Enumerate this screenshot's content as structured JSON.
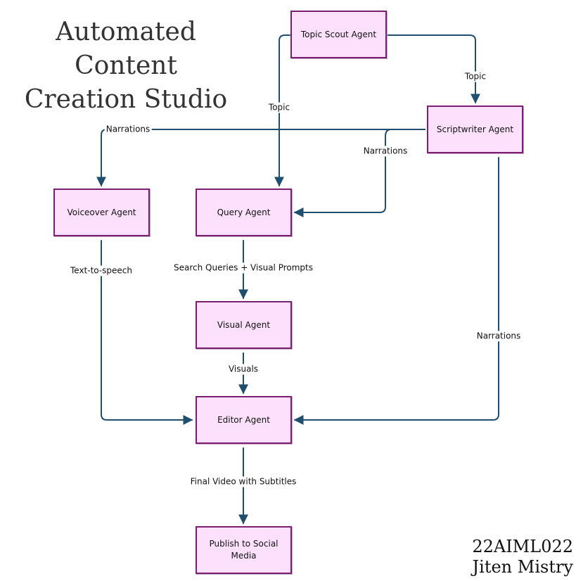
{
  "title": {
    "line1": "Automated Content",
    "line2": "Creation Studio"
  },
  "nodes": {
    "topic_scout": "Topic Scout Agent",
    "scriptwriter": "Scriptwriter Agent",
    "voiceover": "Voiceover Agent",
    "query": "Query Agent",
    "visual": "Visual Agent",
    "editor": "Editor Agent",
    "publish": "Publish to Social Media"
  },
  "edges": {
    "scout_to_scriptwriter": "Topic",
    "scout_to_query": "Topic",
    "scriptwriter_to_voiceover": "Narrations",
    "scriptwriter_to_query": "Narrations",
    "scriptwriter_to_editor": "Narrations",
    "voiceover_to_editor": "Text-to-speech",
    "query_to_visual": "Search Queries + Visual Prompts",
    "visual_to_editor": "Visuals",
    "editor_to_publish": "Final Video with Subtitles"
  },
  "author": {
    "id": "22AIML022",
    "name": "Jiten Mistry"
  },
  "colors": {
    "node_fill": "#fde0fc",
    "node_border": "#7a1f72",
    "edge": "#1f4e6e"
  }
}
